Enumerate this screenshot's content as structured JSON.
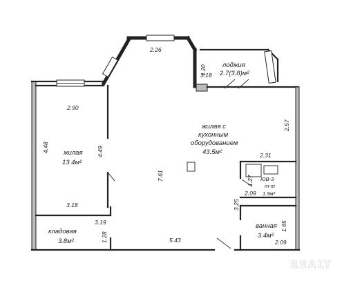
{
  "rooms": {
    "loggia": {
      "name": "лоджия",
      "area": "2.7(3.8)м²"
    },
    "bedroom": {
      "name": "жилая",
      "area": "13.4м²"
    },
    "living": {
      "name_line1": "жилая с",
      "name_line2": "кухонным",
      "name_line3": "оборудованием",
      "area": "43.5м²"
    },
    "wc": {
      "name_line1": "ЮВ-3",
      "name_line2": "т-т",
      "area": "1.9м²"
    },
    "storage": {
      "name": "кладовая",
      "area": "3.8м²"
    },
    "bath": {
      "name": "ванная",
      "area": "3.4м²"
    }
  },
  "dimensions": {
    "d_226": "2.26",
    "d_120_top": "1.20",
    "d_318_top": "3.18",
    "d_290": "2.90",
    "d_448": "4.48",
    "d_449": "4.49",
    "d_761": "7.61",
    "d_257": "2.57",
    "d_231": "2.31",
    "d_127": "1.27",
    "d_209_wc": "2.09",
    "d_318_mid": "3.18",
    "d_325": "3.25",
    "d_319": "3.19",
    "d_165": "1.65",
    "d_128": "1.28",
    "d_543": "5.43",
    "d_209_bath": "2.09"
  },
  "watermark": "REALT"
}
